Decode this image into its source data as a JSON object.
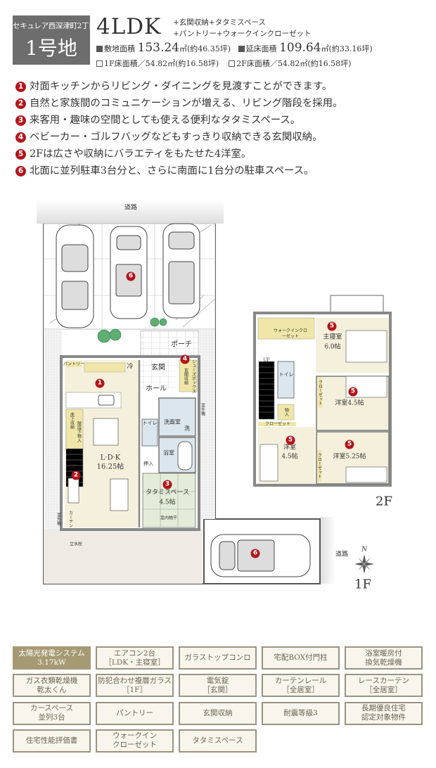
{
  "header": {
    "development": "セキュレア西深津町2丁目",
    "lot": "1号地",
    "layout": "4LDK",
    "extras": [
      "+玄関収納+タタミスペース",
      "+パントリー+ウォークインクローゼット"
    ],
    "site_area": {
      "label": "敷地面積",
      "value": "153.24",
      "unit": "㎡(約46.35坪)"
    },
    "floor_area": {
      "label": "延床面積",
      "value": "109.64",
      "unit": "㎡(約33.16坪)"
    },
    "floor1_area": "1F床面積／54.82㎡(約16.58坪)",
    "floor2_area": "2F床面積／54.82㎡(約16.58坪)"
  },
  "points": [
    {
      "n": "1",
      "text": "対面キッチンからリビング・ダイニングを見渡すことができます。"
    },
    {
      "n": "2",
      "text": "自然と家族間のコミュニケーションが増える、リビング階段を採用。"
    },
    {
      "n": "3",
      "text": "来客用・趣味の空間としても使える便利なタタミスペース。"
    },
    {
      "n": "4",
      "text": "ベビーカー・ゴルフバッグなどもすっきり収納できる玄関収納。"
    },
    {
      "n": "5",
      "text": "2Fは広さや収納にバラエティをもたせた4洋室。"
    },
    {
      "n": "6",
      "text": "北面に並列駐車3台分と、さらに南面に1台分の駐車スペース。"
    }
  ],
  "plan1f": {
    "road_north": "道路",
    "road_east": "道路",
    "porch": "ポーチ",
    "genkan": "玄関",
    "hall": "ホール",
    "fridge": "冷",
    "pantry": "パントリー",
    "shoebox": "シューズボックス",
    "genkan_storage": "玄関収納",
    "underfloor": "床下収納",
    "under_stairs": "階段下物入",
    "washroom": "洗面室",
    "washer": "洗",
    "toilet": "トイレ",
    "bath": "浴室",
    "oshiire": "押入",
    "ldk_name": "L·D·K",
    "ldk_size": "16.25帖",
    "tatami_name": "タタミスペース",
    "tatami_size": "4.5帖",
    "tatami_extra": "室内物干",
    "up": "UP",
    "curtain": "カーテン",
    "outdoor_unit": "室外機",
    "faucet": "立水栓",
    "compass_n": "N",
    "floor_label": "1F",
    "badges": [
      "1",
      "2",
      "3",
      "4",
      "6",
      "6"
    ]
  },
  "plan2f": {
    "wic": "ウォークインクローゼット",
    "master_name": "主寝室",
    "master_size": "6.0帖",
    "toilet": "トイレ",
    "storage": "物入",
    "closet": "クローゼット",
    "room_e": "洋室4.5帖",
    "room_w_name": "洋室",
    "room_w_size": "4.5帖",
    "room_s": "洋室5.25帖",
    "up": "UP",
    "floor_label": "2F",
    "badges": [
      "5",
      "5",
      "5",
      "5"
    ]
  },
  "features": [
    {
      "text": "太陽光発電システム\n3.17kW",
      "highlighted": true
    },
    {
      "text": "エアコン2台\n［LDK・主寝室］",
      "highlighted": false
    },
    {
      "text": "ガラストップコンロ",
      "highlighted": false
    },
    {
      "text": "宅配BOX付門柱",
      "highlighted": false
    },
    {
      "text": "浴室暖房付\n換気乾燥機",
      "highlighted": false
    },
    {
      "text": "ガス衣類乾燥機\n乾太くん",
      "highlighted": false
    },
    {
      "text": "防犯合わせ複層ガラス\n［1F］",
      "highlighted": false
    },
    {
      "text": "電気錠\n［玄関］",
      "highlighted": false
    },
    {
      "text": "カーテンレール\n［全居室］",
      "highlighted": false
    },
    {
      "text": "レースカーテン\n［全居室］",
      "highlighted": false
    },
    {
      "text": "カースペース\n並列3台",
      "highlighted": false
    },
    {
      "text": "パントリー",
      "highlighted": false
    },
    {
      "text": "玄関収納",
      "highlighted": false
    },
    {
      "text": "耐震等級3",
      "highlighted": false
    },
    {
      "text": "長期優良住宅\n認定対象物件",
      "highlighted": false
    },
    {
      "text": "住宅性能評価書",
      "highlighted": false
    },
    {
      "text": "ウォークイン\nクローゼット",
      "highlighted": false
    },
    {
      "text": "タタミスペース",
      "highlighted": false
    }
  ],
  "colors": {
    "badge": "#b3141b",
    "header_box": "#6d6d6d",
    "feature_highlight": "#a59a73",
    "feature_bg": "#f8f5ec",
    "ldk": "#f5f0dc",
    "wet_area": "#dbe6ee",
    "tatami": "#e2ecd8",
    "storage": "#efe6a8"
  }
}
